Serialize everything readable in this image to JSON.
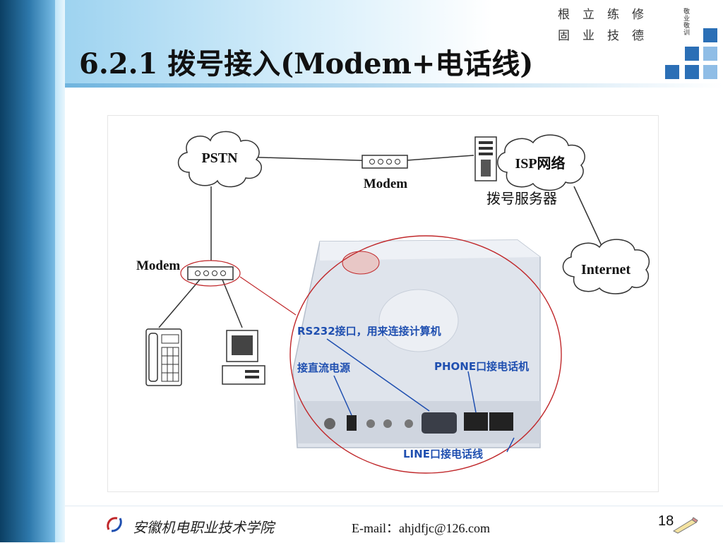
{
  "slide": {
    "title": "6.2.1  拨号接入(Modem+电话线)",
    "motto": [
      "根",
      "立",
      "练",
      "修",
      "固",
      "业",
      "技",
      "德"
    ],
    "motto_small": "敬业敬训",
    "page_number": "18"
  },
  "diagram": {
    "pstn_label": "PSTN",
    "top_modem_label": "Modem",
    "isp_label": "ISP网络",
    "dial_server_label": "拨号服务器",
    "internet_label": "Internet",
    "left_modem_label": "Modem",
    "callouts": {
      "rs232": "RS232接口，用来连接计算机",
      "dc_power": "接直流电源",
      "phone": "PHONE口接电话机",
      "line": "LINE口接电话线"
    }
  },
  "footer": {
    "school": "安徽机电职业技术学院",
    "email": "E-mail：ahjdfjc@126.com"
  }
}
